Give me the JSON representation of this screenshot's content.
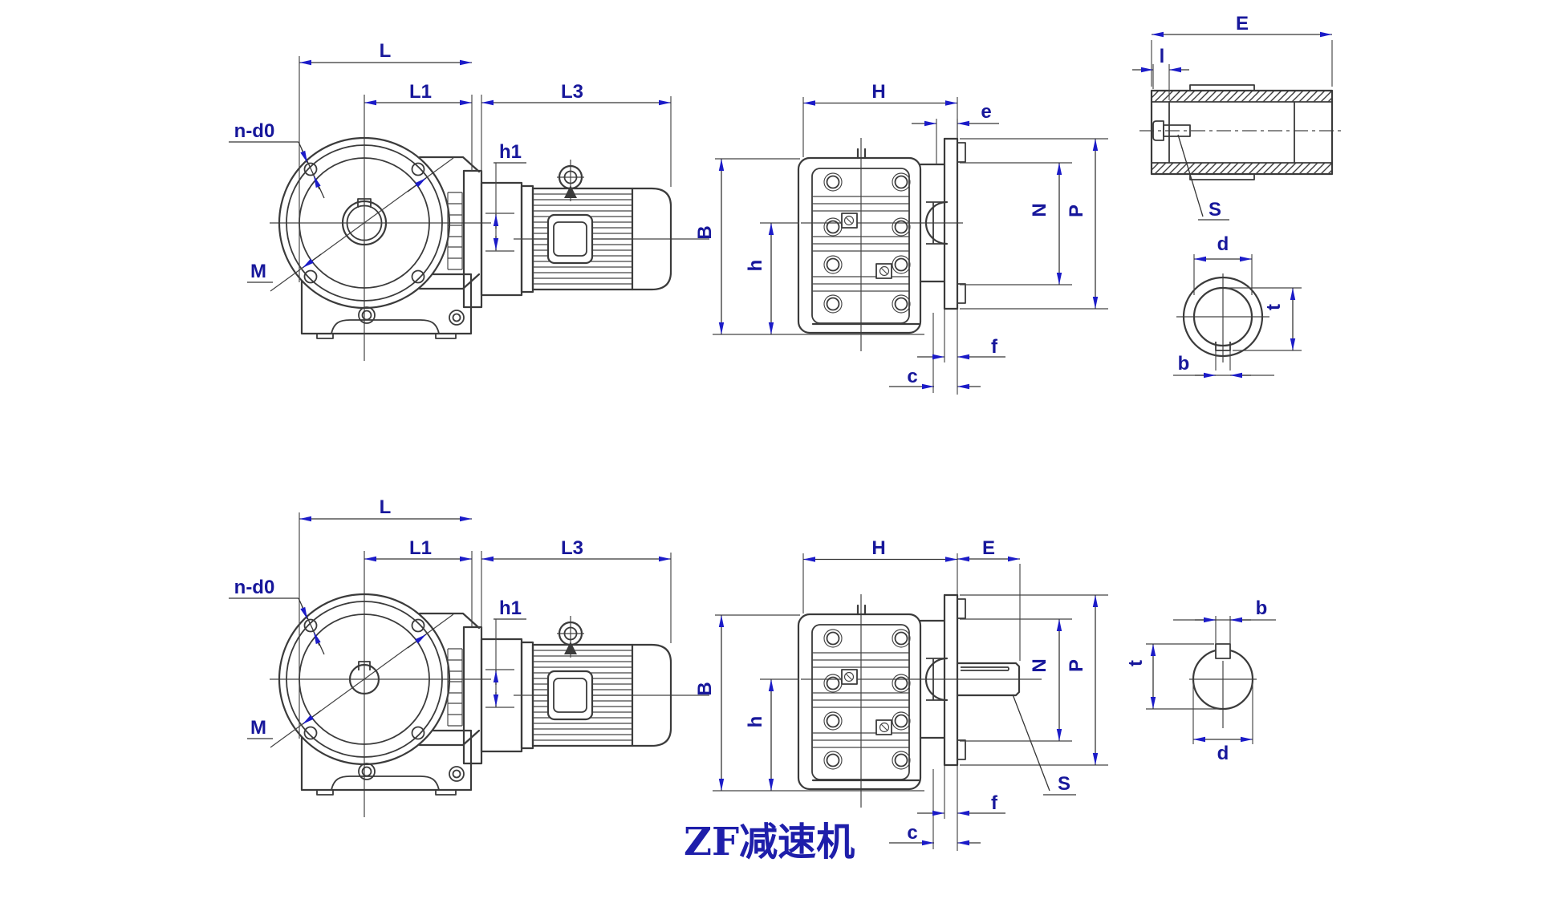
{
  "title": "ZF减速机",
  "colors": {
    "background": "#ffffff",
    "drawing_line": "#3b3b3b",
    "dimension_label": "#17179b",
    "arrow": "#1b1bc8",
    "title_color": "#1e1eaa"
  },
  "rows": [
    {
      "dims": {
        "L": "L",
        "L1": "L1",
        "L3": "L3",
        "nd0": "n-d0",
        "M": "M",
        "h1": "h1",
        "H": "H",
        "e": "e",
        "B": "B",
        "h": "h",
        "N": "N",
        "P": "P",
        "f": "f",
        "c": "c",
        "E": "E",
        "l": "l",
        "S": "S",
        "d": "d",
        "t": "t",
        "b": "b"
      }
    },
    {
      "dims": {
        "L": "L",
        "L1": "L1",
        "L3": "L3",
        "nd0": "n-d0",
        "M": "M",
        "h1": "h1",
        "H": "H",
        "E": "E",
        "B": "B",
        "h": "h",
        "N": "N",
        "P": "P",
        "f": "f",
        "c": "c",
        "S": "S",
        "b": "b",
        "t": "t",
        "d": "d"
      }
    }
  ]
}
